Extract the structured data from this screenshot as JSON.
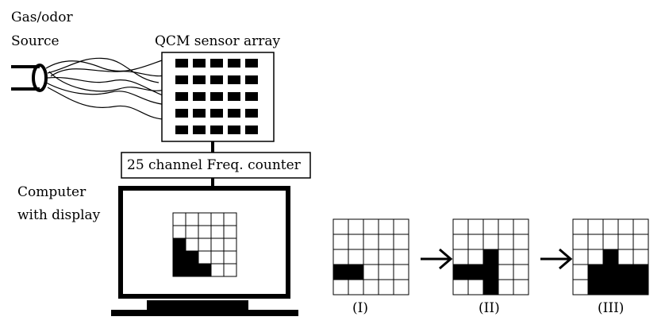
{
  "labels": {
    "source_line1": "Gas/odor",
    "source_line2": "Source",
    "sensor_array": "QCM sensor array",
    "freq_counter": "25 channel Freq. counter",
    "computer_line1": "Computer",
    "computer_line2": "with display"
  },
  "patterns": [
    {
      "label": "(I)",
      "cells": [
        [
          0,
          0,
          0,
          0,
          0
        ],
        [
          0,
          0,
          0,
          0,
          0
        ],
        [
          0,
          0,
          0,
          0,
          0
        ],
        [
          1,
          1,
          0,
          0,
          0
        ],
        [
          0,
          0,
          0,
          0,
          0
        ]
      ]
    },
    {
      "label": "(II)",
      "cells": [
        [
          0,
          0,
          0,
          0,
          0
        ],
        [
          0,
          0,
          0,
          0,
          0
        ],
        [
          0,
          0,
          1,
          0,
          0
        ],
        [
          1,
          1,
          1,
          0,
          0
        ],
        [
          0,
          0,
          1,
          0,
          0
        ]
      ]
    },
    {
      "label": "(III)",
      "cells": [
        [
          0,
          0,
          0,
          0,
          0
        ],
        [
          0,
          0,
          0,
          0,
          0
        ],
        [
          0,
          0,
          1,
          0,
          0
        ],
        [
          0,
          1,
          1,
          1,
          1
        ],
        [
          0,
          1,
          1,
          1,
          1
        ]
      ]
    }
  ],
  "display_pattern": {
    "cells": [
      [
        0,
        0,
        0,
        0,
        0
      ],
      [
        0,
        0,
        0,
        0,
        0
      ],
      [
        1,
        0,
        0,
        0,
        0
      ],
      [
        1,
        1,
        0,
        0,
        0
      ],
      [
        1,
        1,
        1,
        0,
        0
      ]
    ]
  }
}
